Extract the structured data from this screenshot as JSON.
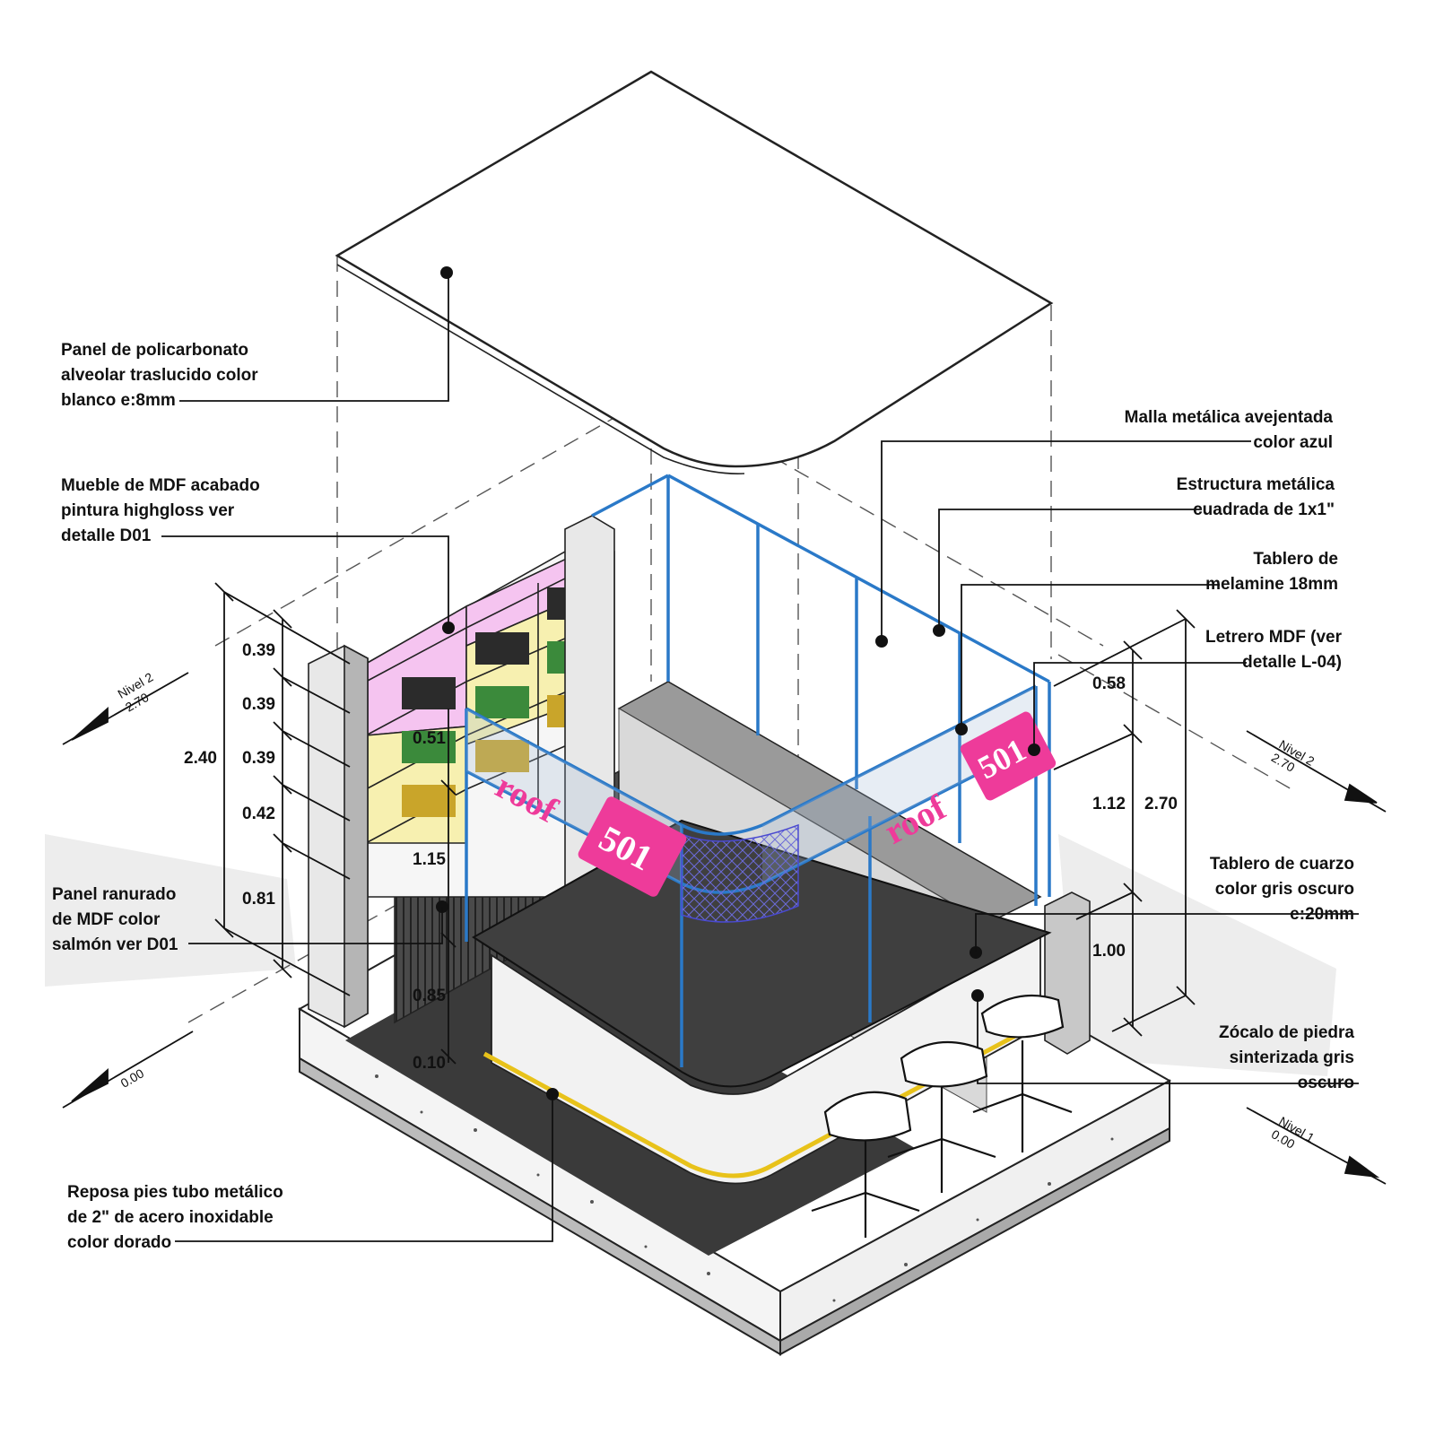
{
  "labels": {
    "policarbonato": [
      "Panel de policarbonato",
      "alveolar traslucido color",
      "blanco e:8mm"
    ],
    "mueble_mdf": [
      "Mueble de MDF acabado",
      "pintura highgloss ver",
      "detalle D01"
    ],
    "panel_ranurado": [
      "Panel ranurado",
      "de MDF color",
      "salmón ver D01"
    ],
    "reposa_pies": [
      "Reposa pies tubo metálico",
      "de 2\" de acero inoxidable",
      "color dorado"
    ],
    "malla": [
      "Malla metálica avejentada",
      "color azul"
    ],
    "estructura": [
      "Estructura metálica",
      "cuadrada de 1x1\""
    ],
    "tablero_melamine": [
      "Tablero de",
      "melamine 18mm"
    ],
    "letrero": [
      "Letrero MDF (ver",
      "detalle L-04)"
    ],
    "tablero_cuarzo": [
      "Tablero de cuarzo",
      "color gris oscuro",
      "e:20mm"
    ],
    "zocalo": [
      "Zócalo de piedra",
      "sinterizada gris",
      "oscuro"
    ]
  },
  "dimensions_left": {
    "total": "2.40",
    "segments": [
      "0.39",
      "0.39",
      "0.39",
      "0.42",
      "0.81"
    ],
    "inner": [
      "0.51",
      "1.15",
      "0.85",
      "0.10"
    ]
  },
  "dimensions_right": {
    "segments": [
      "0.58",
      "1.12",
      "1.00"
    ],
    "total": "2.70"
  },
  "levels": {
    "left_upper": {
      "name": "Nivel 2",
      "value": "2.70"
    },
    "left_lower": {
      "name": "",
      "value": "0.00"
    },
    "right_upper": {
      "name": "Nivel 2",
      "value": "2.70"
    },
    "right_lower": {
      "name": "Nivel 1",
      "value": "0.00"
    }
  },
  "signage": {
    "word": "roof",
    "number": "501"
  },
  "colors": {
    "pink": "#ee3b9a",
    "blue_frame": "#2a79c8",
    "lilac": "#f5c4f0",
    "cream": "#f7f0b0",
    "gold": "#e8c21a"
  }
}
